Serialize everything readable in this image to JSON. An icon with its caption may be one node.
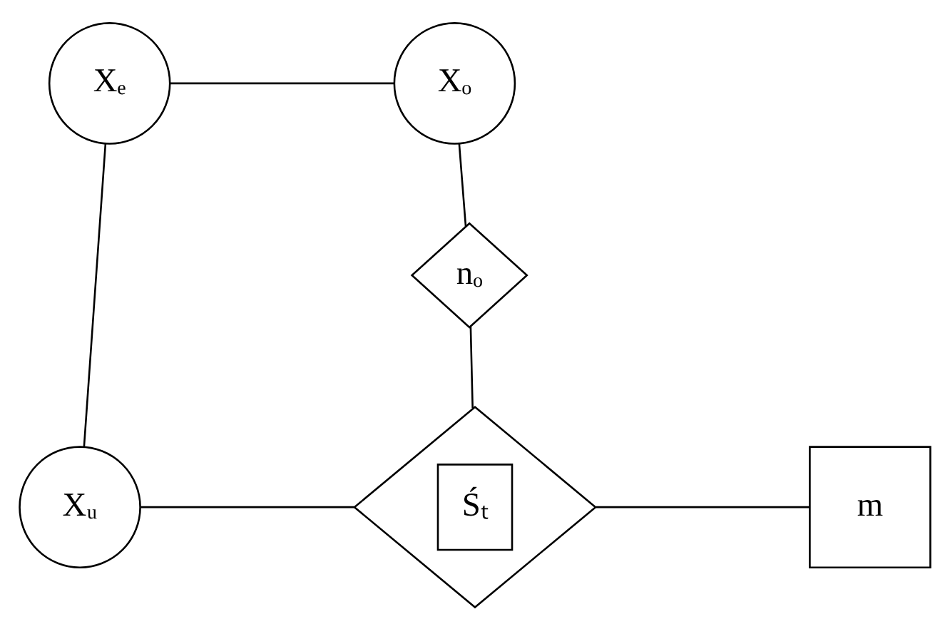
{
  "diagram": {
    "nodes": [
      {
        "text": [
          "Xₑ"
        ]
      },
      {
        "text": [
          "Xₒ"
        ]
      },
      {
        "text": [
          "nₒ"
        ]
      },
      {
        "text": [
          "Xᵤ"
        ]
      },
      {
        "text": [
          "Śₜ"
        ]
      },
      {
        "text": [
          "m"
        ]
      }
    ],
    "edges": [
      {
        "from": 0,
        "to": 1,
        "arrow": "none"
      },
      {
        "from": 1,
        "to": 2,
        "arrow": "none"
      },
      {
        "from": 2,
        "to": 4,
        "arrow": "none"
      },
      {
        "from": 0,
        "to": 3,
        "arrow": "none"
      },
      {
        "from": 3,
        "to": 4,
        "arrow": "none"
      },
      {
        "from": 4,
        "to": 5,
        "arrow": "none"
      }
    ]
  }
}
